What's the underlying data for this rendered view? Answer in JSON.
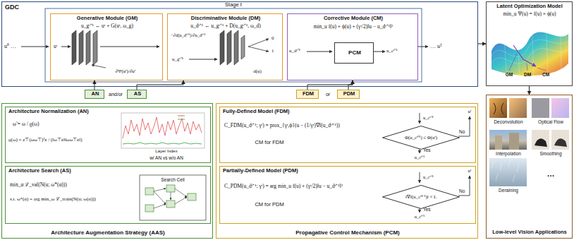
{
  "diagram": {
    "nodes": [
      {
        "text": [
          "GDC"
        ]
      },
      {
        "text": [
          "Generative Module (GM)",
          "u_gᵗ⁺¹ ← uᵗ + G(uᵗ, ω_g)"
        ],
        "in": 0
      },
      {
        "text": [
          "Discriminative Module (DM)",
          "u_dᵗ⁺¹ ← u_gᵗ⁺¹ + D(u_gᵗ⁺¹, ω_d)"
        ],
        "in": 0
      },
      {
        "text": [
          "Corrective Module (CM)",
          "min_u f(u) + ϕ(u) + (γᵗ/2)‖u − u_dᵗ⁺¹‖²"
        ],
        "in": 0
      },
      {
        "text": [
          "PCM"
        ],
        "in": 3
      },
      {
        "text": [
          "Latent Optimization Model",
          "min_u Ψ(u) = f(u) + ϕ(u)"
        ]
      },
      {
        "text": [
          "AN"
        ]
      },
      {
        "text": [
          "AS"
        ]
      },
      {
        "text": [
          "FDM"
        ]
      },
      {
        "text": [
          "PDM"
        ]
      },
      {
        "text": [
          "Architecture Augmentation Strategy (AAS)"
        ]
      },
      {
        "text": [
          "Architecture Normalization (AN)"
        ],
        "in": 10
      },
      {
        "text": [
          "Architecture Search (AS)"
        ],
        "in": 10
      },
      {
        "text": [
          "Propagative Control Mechanism (PCM)"
        ]
      },
      {
        "text": [
          "Fully-Defined Model (FDM)",
          "C_FDM(u_dᵗ⁺¹; γᵗ) = prox_{γᵗ,ϕ}(u − (1/γᵗ)∇f(u_dᵗ⁺¹))",
          "CM for FDM"
        ],
        "in": 13
      },
      {
        "text": [
          "Φ(u_cᵗ⁺¹) ≤ Φ(uᵗ)"
        ],
        "in": 14
      },
      {
        "text": [
          "Partially-Defined Model (PDM)",
          "C_PDM(u_dᵗ⁺¹; γᵗ) = arg min_u f(u) + (γᵗ/2)‖u − u_dᵗ⁺¹‖²",
          "CM for PDM"
        ],
        "in": 13
      },
      {
        "text": [
          "‖∇f(u_cᵗ⁺¹)‖ < L"
        ],
        "in": 16
      },
      {
        "text": [
          "Low-level Vision Applications"
        ]
      }
    ],
    "edges": [
      {
        "from": 6,
        "to": 1,
        "arrow": "to"
      },
      {
        "from": 7,
        "to": 2,
        "arrow": "to"
      },
      {
        "from": 8,
        "to": 3,
        "arrow": "to"
      },
      {
        "from": 9,
        "to": 3,
        "arrow": "to"
      },
      {
        "from": 0,
        "to": 5,
        "arrow": "to"
      },
      {
        "from": 5,
        "to": 18,
        "arrow": "to"
      }
    ],
    "labels": [
      "Stage t",
      "u⁰ …",
      "… uᵀ",
      "uᵗ",
      "∂Ψ(uᵗ)/∂uᵗ",
      "−∂d(u_dᵗ⁺¹)/∂u_dᵗ⁺¹",
      "u_gᵗ⁺¹",
      "0",
      "1",
      "d(u)",
      "u_dᵗ⁺¹",
      "u_cᵗ⁺¹",
      "GM",
      "DM",
      "CM",
      "and/or",
      "or",
      "ω̃ = ω / ϱ(ω)",
      "ϱ(ω) = z⊤(ωω⊤)²z / (‖ω⊤z‖‖ωω⊤z‖)",
      "Layer Index",
      "w/ AN vs w/o AN",
      "min_α ℒ_val(N(u; ω*(α)))",
      "s.t. ω*(α) = arg min_ω ℒ_train(N(u; ω(α)))",
      "Search Cell",
      "u_cᵗ⁺¹",
      "No",
      "uᵗ",
      "Yes",
      "u_cᵗ⁺¹",
      "u_cᵗ⁺¹",
      "No",
      "uᵗ",
      "Yes",
      "u_cᵗ⁺¹",
      "Deconvolution",
      "Optical Flow",
      "Interpolation",
      "Smoothing",
      "Deraining",
      "…"
    ]
  }
}
